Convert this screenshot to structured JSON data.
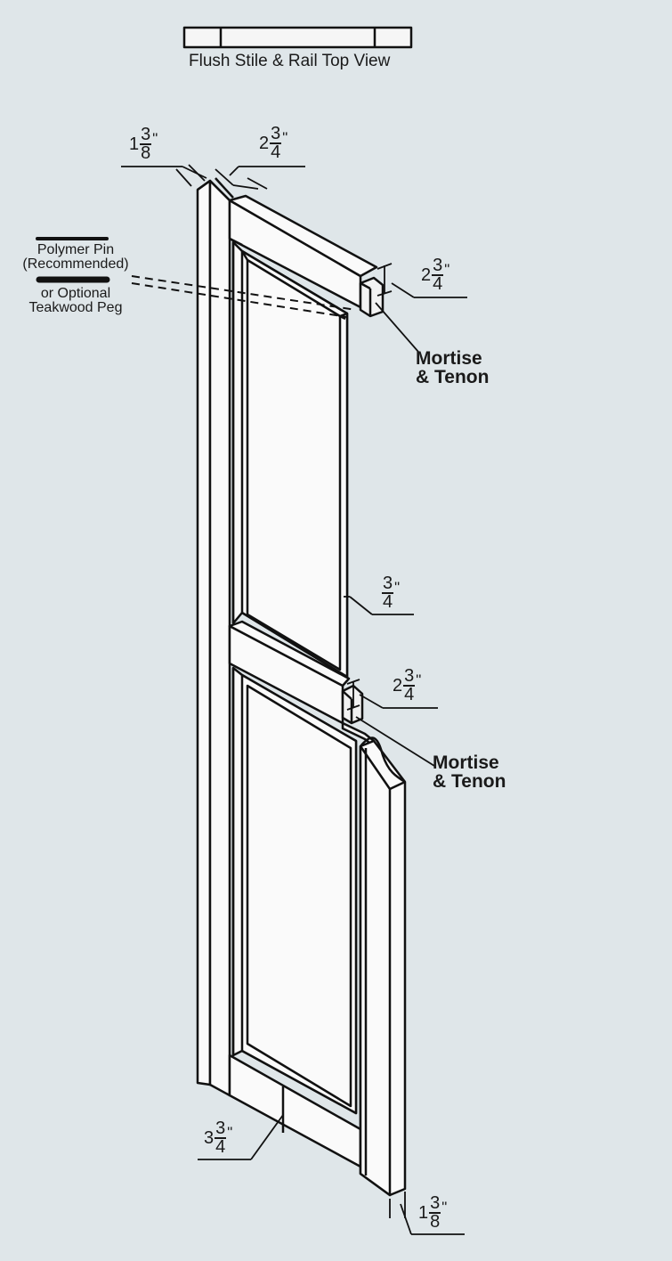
{
  "top_view_label": "Flush Stile & Rail Top View",
  "pin_label": {
    "line1": "Polymer Pin",
    "line2": "(Recommended)",
    "line3": "or Optional",
    "line4": "Teakwood Peg"
  },
  "mortise_top": {
    "line1": "Mortise",
    "line2": "& Tenon"
  },
  "mortise_mid": {
    "line1": "Mortise",
    "line2": "& Tenon"
  },
  "dims": {
    "stile_thickness_top": {
      "whole": "1",
      "num": "3",
      "den": "8",
      "unit": "\""
    },
    "stile_width_top": {
      "whole": "2",
      "num": "3",
      "den": "4",
      "unit": "\""
    },
    "top_rail_tenon": {
      "whole": "2",
      "num": "3",
      "den": "4",
      "unit": "\""
    },
    "panel_depth": {
      "whole": "",
      "num": "3",
      "den": "4",
      "unit": "\""
    },
    "mid_rail_tenon": {
      "whole": "2",
      "num": "3",
      "den": "4",
      "unit": "\""
    },
    "bottom_rail": {
      "whole": "3",
      "num": "3",
      "den": "4",
      "unit": "\""
    },
    "stile_thickness_bottom": {
      "whole": "1",
      "num": "3",
      "den": "8",
      "unit": "\""
    }
  }
}
